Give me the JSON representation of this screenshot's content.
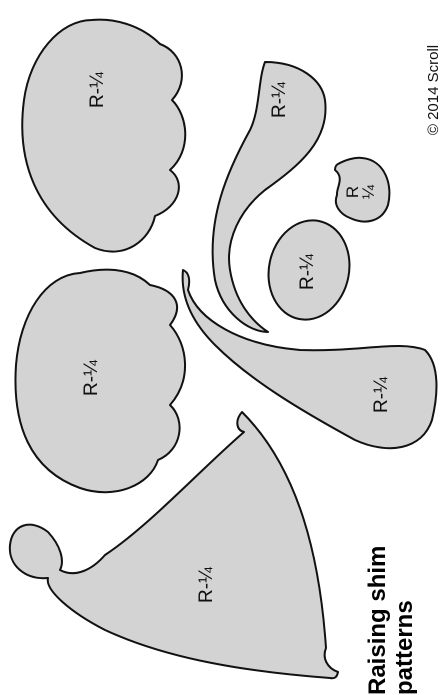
{
  "title": {
    "line1": "Raising shim",
    "line2": "patterns"
  },
  "copyright": "© 2014 Scroll",
  "colors": {
    "shape_fill": "#d3d3d3",
    "outline": "#111111"
  },
  "patterns": [
    {
      "id": "cloud-top",
      "label": "R-¼"
    },
    {
      "id": "cloud-middle",
      "label": "R-¼"
    },
    {
      "id": "hat",
      "label": "R-¼"
    },
    {
      "id": "long-tail-upper",
      "label": "R-¼"
    },
    {
      "id": "small-drop",
      "label_line1": "R",
      "label_line2": "¼"
    },
    {
      "id": "oval",
      "label": "R-¼"
    },
    {
      "id": "long-tail-lower",
      "label": "R-¼"
    }
  ]
}
